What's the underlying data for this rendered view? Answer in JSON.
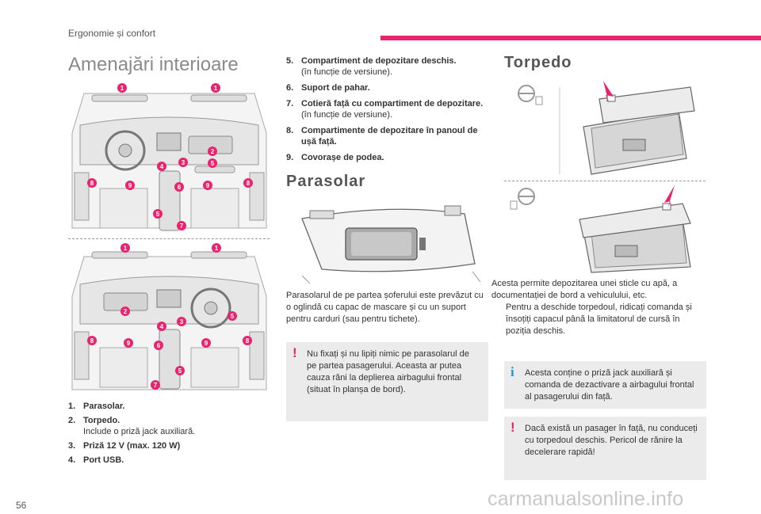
{
  "header": {
    "title": "Ergonomie și confort"
  },
  "page_number": "56",
  "watermark": "carmanualsonline.info",
  "interior": {
    "title": "Amenajări interioare",
    "callouts": [
      "1",
      "2",
      "3",
      "4",
      "5",
      "6",
      "7",
      "8",
      "9"
    ],
    "items": [
      {
        "num": "1.",
        "title": "Parasolar.",
        "desc": ""
      },
      {
        "num": "2.",
        "title": "Torpedo.",
        "desc": "Include o priză jack auxiliară."
      },
      {
        "num": "3.",
        "title": "Priză 12 V (max. 120 W)",
        "desc": ""
      },
      {
        "num": "4.",
        "title": "Port USB.",
        "desc": ""
      },
      {
        "num": "5.",
        "title": "Compartiment de depozitare deschis.",
        "desc": "(în funcție de versiune)."
      },
      {
        "num": "6.",
        "title": "Suport de pahar.",
        "desc": ""
      },
      {
        "num": "7.",
        "title": "Cotieră față cu compartiment de depozitare.",
        "desc": "(în funcție de versiune)."
      },
      {
        "num": "8.",
        "title": "Compartimente de depozitare în panoul de ușă față.",
        "desc": ""
      },
      {
        "num": "9.",
        "title": "Covorașe de podea.",
        "desc": ""
      }
    ]
  },
  "sunvisor": {
    "title": "Parasolar",
    "text": "Parasolarul de pe partea șoferului este prevăzut cu o oglindă cu capac de mascare și cu un suport pentru carduri (sau pentru tichete).",
    "warning": "Nu fixați și nu lipiți nimic pe parasolarul de pe partea pasagerului. Aceasta ar putea cauza răni la deplierea airbagului frontal (situat în planșa de bord)."
  },
  "glovebox": {
    "title": "Torpedo",
    "text": "Acesta permite depozitarea unei sticle cu apă, a documentației de bord a vehiculului, etc.",
    "bullet_mark": "",
    "bullet": "Pentru a deschide torpedoul, ridicați comanda și însoțiți capacul până la limitatorul de cursă în poziția deschis.",
    "info": "Acesta conține o priză jack auxiliară și comanda de dezactivare a airbagului frontal al pasagerului din față.",
    "warning": "Dacă există un pasager în față, nu conduceți cu torpedoul deschis. Pericol de rănire la decelerare rapidă!"
  },
  "colors": {
    "accent": "#e8246e",
    "info": "#1a9ad6",
    "box_bg": "#ebebeb"
  },
  "icons": [
    "warning-icon",
    "info-icon",
    "steering-wheel-icon"
  ]
}
